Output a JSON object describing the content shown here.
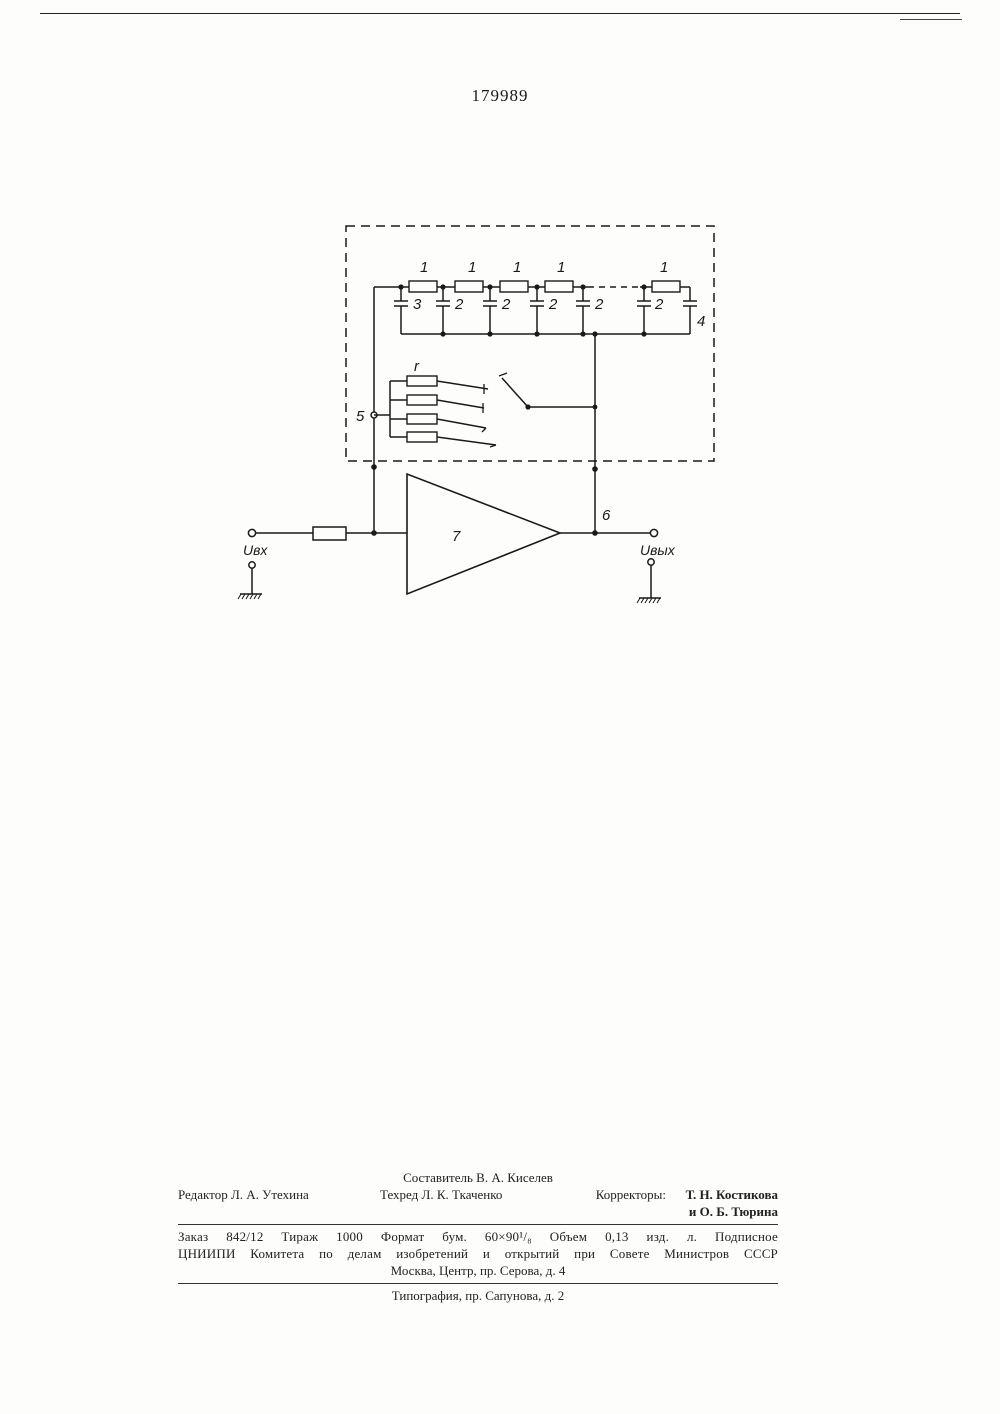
{
  "header": {
    "patent_number": "179989"
  },
  "diagram": {
    "labels": {
      "resistor_1": "1",
      "capacitor_2": "2",
      "capacitor_3": "3",
      "capacitor_4": "4",
      "node_5": "5",
      "node_6": "6",
      "amplifier_7": "7",
      "resistor_bank_r": "r",
      "input_terminal": "Uвх",
      "output_terminal": "Uвых"
    }
  },
  "imprint": {
    "compiler": "Составитель В. А. Киселев",
    "editor": "Редактор Л. А. Утехина",
    "techred": "Техред Л. К. Ткаченко",
    "correctors_label": "Корректоры:",
    "corrector_1": "Т. Н. Костикова",
    "corrector_2": "и О. Б. Тюрина",
    "order_line": "Заказ 842/12   Тираж 1000   Формат бум. 60×90¹/₈   Объем 0,13 изд. л.   Подписное",
    "org_line": "ЦНИИПИ Комитета по делам изобретений и открытий при Совете Министров СССР",
    "address_line": "Москва, Центр, пр. Серова, д. 4",
    "printing_line": "Типография, пр. Сапунова, д. 2"
  }
}
